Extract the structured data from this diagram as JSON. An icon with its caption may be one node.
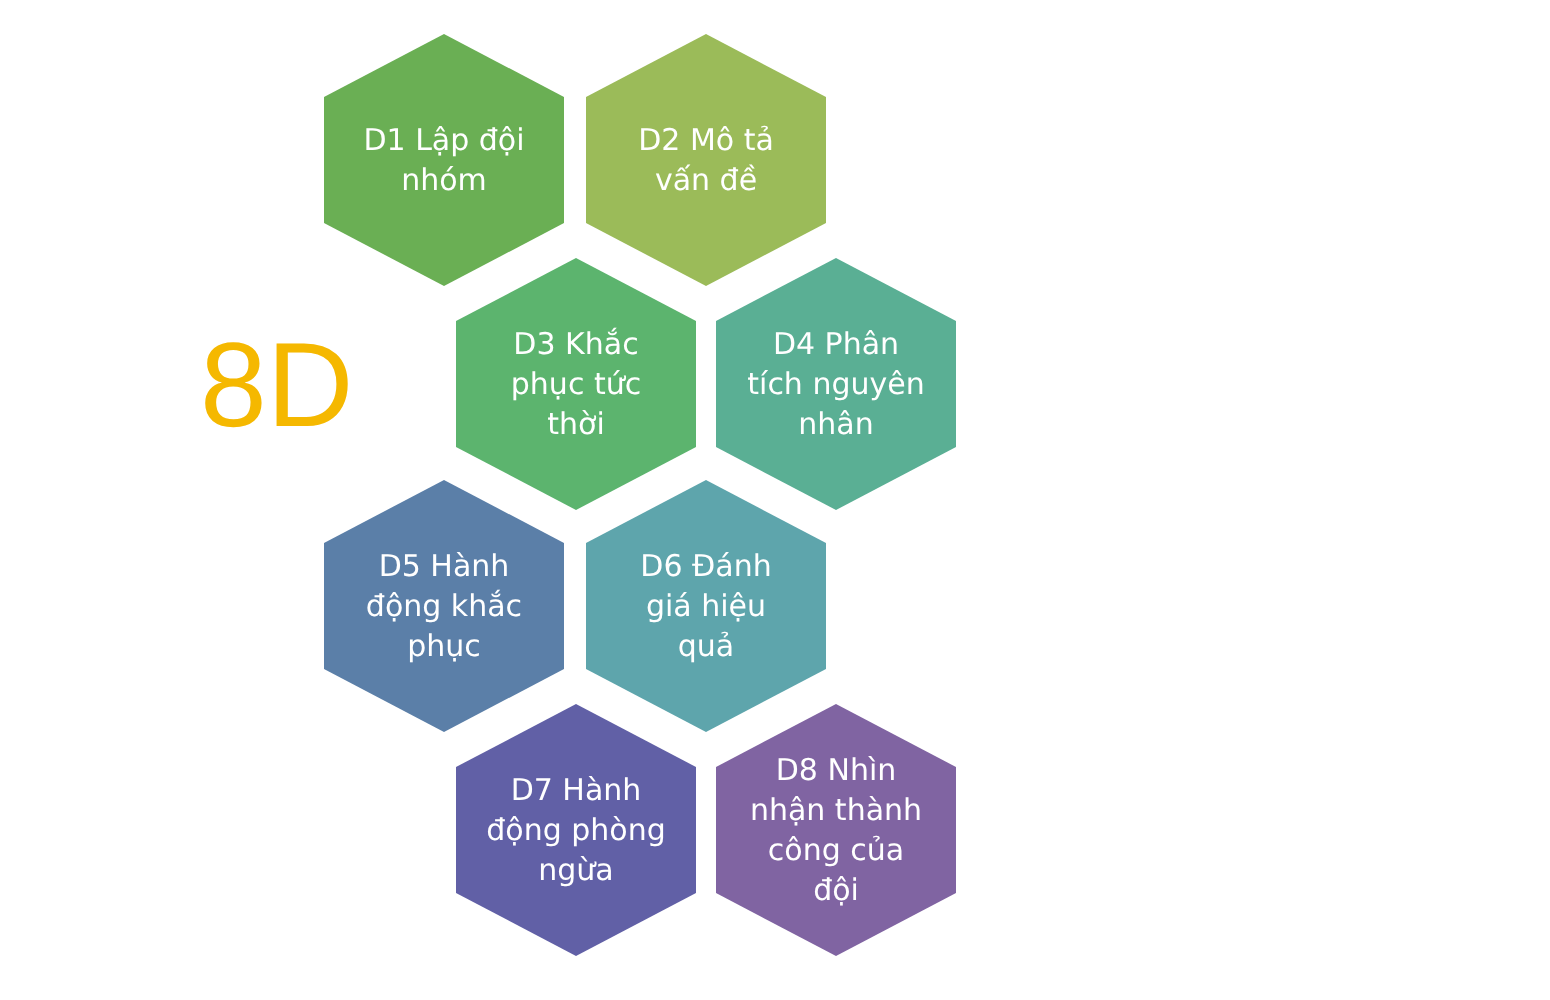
{
  "diagram": {
    "nodes": [
      {
        "text": [
          "D1 Lập đội nhóm"
        ]
      },
      {
        "text": [
          "D2 Mô tả vấn đề"
        ]
      },
      {
        "text": [
          "D3 Khắc phục tức thời"
        ]
      },
      {
        "text": [
          "D4 Phân tích nguyên nhân"
        ]
      },
      {
        "text": [
          "D5 Hành động khắc phục"
        ]
      },
      {
        "text": [
          "D6 Đánh giá hiệu quả"
        ]
      },
      {
        "text": [
          "D7 Hành động phòng ngừa"
        ]
      },
      {
        "text": [
          "D8 Nhìn nhận thành công của đội"
        ]
      }
    ],
    "edges": [],
    "labels": [
      "8D"
    ]
  }
}
